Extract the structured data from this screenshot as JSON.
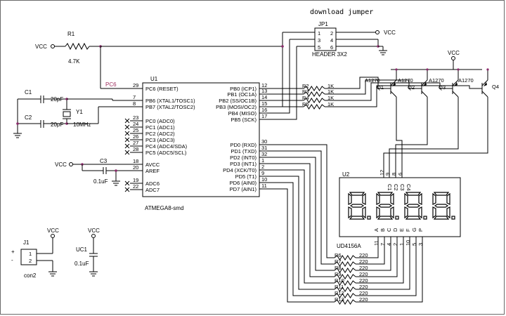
{
  "title": "download jumper",
  "power": {
    "vcc": "VCC"
  },
  "resistors": {
    "r1": {
      "ref": "R1",
      "value": "4.7K"
    },
    "base": [
      {
        "ref": "R2",
        "value": "1K"
      },
      {
        "ref": "R3",
        "value": "1K"
      },
      {
        "ref": "R4",
        "value": "1K"
      },
      {
        "ref": "R5",
        "value": "1K"
      }
    ],
    "segment": [
      {
        "ref": "R6",
        "value": "220"
      },
      {
        "ref": "R7",
        "value": "220"
      },
      {
        "ref": "R8",
        "value": "220"
      },
      {
        "ref": "R9",
        "value": "220"
      },
      {
        "ref": "R10",
        "value": "220"
      },
      {
        "ref": "R11",
        "value": "220"
      },
      {
        "ref": "R12",
        "value": "220"
      },
      {
        "ref": "R13",
        "value": "220"
      }
    ]
  },
  "net_pc6": "PC6",
  "jp1": {
    "ref": "JP1",
    "name": "HEADER 3X2",
    "pins_left": [
      "1",
      "3",
      "5"
    ],
    "pins_right": [
      "2",
      "4",
      "6"
    ]
  },
  "u1": {
    "ref": "U1",
    "name": "ATMEGA8-smd",
    "left": [
      {
        "num": "29",
        "label": "PC6 (RESET)"
      },
      {
        "num": "7",
        "label": "PB6 (XTAL1/TOSC1)"
      },
      {
        "num": "8",
        "label": "PB7 (XTAL2/TOSC2)"
      },
      {
        "num": "23",
        "label": "PC0 (ADC0)"
      },
      {
        "num": "24",
        "label": "PC1 (ADC1)"
      },
      {
        "num": "25",
        "label": "PC2 (ADC2)"
      },
      {
        "num": "26",
        "label": "PC3 (ADC3)"
      },
      {
        "num": "27",
        "label": "PC4 (ADC4/SDA)"
      },
      {
        "num": "28",
        "label": "PC5 (ADC5/SCL)"
      },
      {
        "num": "18",
        "label": "AVCC"
      },
      {
        "num": "20",
        "label": "AREF"
      },
      {
        "num": "19",
        "label": "ADC6"
      },
      {
        "num": "22",
        "label": "ADC7"
      }
    ],
    "right": [
      {
        "num": "12",
        "label": "PB0 (ICP1)"
      },
      {
        "num": "13",
        "label": "PB1 (OC1A)"
      },
      {
        "num": "14",
        "label": "PB2 (SS/OC1B)"
      },
      {
        "num": "15",
        "label": "PB3 (MOSI/OC2)"
      },
      {
        "num": "16",
        "label": "PB4 (MISO)"
      },
      {
        "num": "17",
        "label": "PB5 (SCK)"
      },
      {
        "num": "30",
        "label": "PD0 (RXD)"
      },
      {
        "num": "31",
        "label": "PD1 (TXD)"
      },
      {
        "num": "32",
        "label": "PD2 (INT0)"
      },
      {
        "num": "1",
        "label": "PD3 (INT1)"
      },
      {
        "num": "2",
        "label": "PD4 (XCK/T0)"
      },
      {
        "num": "9",
        "label": "PD5 (T1)"
      },
      {
        "num": "10",
        "label": "PD6 (AIN0)"
      },
      {
        "num": "11",
        "label": "PD7 (AIN1)"
      }
    ]
  },
  "caps": {
    "c1": {
      "ref": "C1",
      "value": "20pF"
    },
    "c2": {
      "ref": "C2",
      "value": "20pF"
    },
    "c3": {
      "ref": "C3",
      "value": "0.1uF"
    },
    "uc1": {
      "ref": "UC1",
      "value": "0.1uF"
    }
  },
  "crystal": {
    "ref": "Y1",
    "value": "10MHz"
  },
  "transistors": [
    {
      "part": "A1270",
      "ref": "Q1"
    },
    {
      "part": "A1270",
      "ref": "Q2"
    },
    {
      "part": "A1270",
      "ref": "Q3"
    },
    {
      "part": "A1270",
      "ref": "Q4"
    }
  ],
  "u2": {
    "ref": "U2",
    "name": "UD4156A",
    "digits": [
      "8.",
      "8.",
      "8.",
      "8."
    ],
    "top_labels": [
      "C1",
      "C2",
      "C3",
      "C4"
    ],
    "top_pins": [
      "12",
      "9",
      "8",
      "6"
    ],
    "seg_labels": [
      "A",
      "B",
      "C",
      "D",
      "E",
      "F",
      "G",
      "P"
    ],
    "bottom_pins": [
      "11",
      "7",
      "4",
      "2",
      "1",
      "10",
      "5",
      "3"
    ]
  },
  "j1": {
    "ref": "J1",
    "name": "con2",
    "plus": "+",
    "minus": "-",
    "pins": [
      "1",
      "2"
    ]
  }
}
